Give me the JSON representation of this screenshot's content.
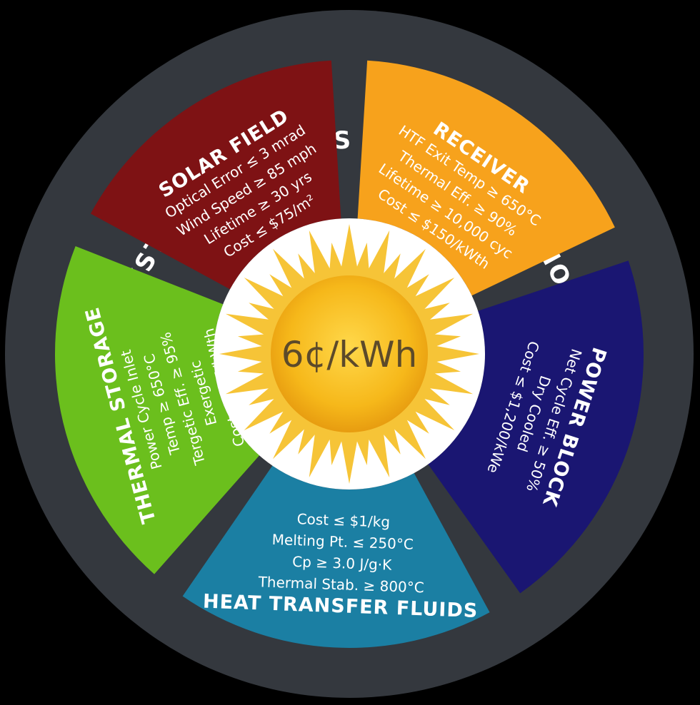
{
  "ring": {
    "title": "SYSTEMS ANALYSIS AND INTEGRATION",
    "color": "#34383e"
  },
  "center": {
    "label": "6¢/kWh",
    "icon": "sun-icon",
    "sun_color": "#f5b81a",
    "ray_color": "#f6c437"
  },
  "segments": [
    {
      "id": "solar-field",
      "title": "SOLAR FIELD",
      "color": "#7e1214",
      "lines": [
        "Optical Error ≤ 3 mrad",
        "Wind Speed ≥ 85 mph",
        "Lifetime ≥ 30 yrs",
        "Cost ≤ $75/m²"
      ]
    },
    {
      "id": "receiver",
      "title": "RECEIVER",
      "color": "#f7a21c",
      "lines": [
        "HTF Exit Temp ≥ 650°C",
        "Thermal Eff. ≥ 90%",
        "Lifetime ≥ 10,000 cyc",
        "Cost ≤ $150/kWth"
      ]
    },
    {
      "id": "power-block",
      "title": "POWER BLOCK",
      "color": "#1a1672",
      "lines": [
        "Net Cycle Eff. ≥ 50%",
        "Dry Cooled",
        "Cost ≤ $1,200/kWe"
      ]
    },
    {
      "id": "heat-transfer-fluids",
      "title": "HEAT TRANSFER FLUIDS",
      "color": "#1b7fa3",
      "lines": [
        "Cost ≤ $1/kg",
        "Melting Pt. ≤ 250°C",
        "Cp ≥ 3.0 J/g·K",
        "Thermal Stab. ≥ 800°C"
      ]
    },
    {
      "id": "thermal-storage",
      "title": "THERMAL STORAGE",
      "color": "#6bbf1d",
      "lines": [
        "Power Cycle Inlet",
        "Temp ≥ 650°C",
        "Tergetic Eff. ≥ 95%",
        "Exergetic",
        "Cost ≤ $15/kWth"
      ]
    }
  ]
}
